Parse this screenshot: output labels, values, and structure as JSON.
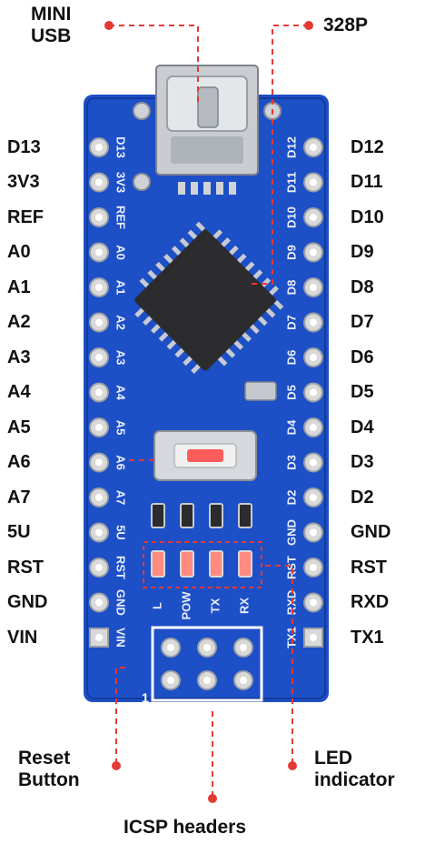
{
  "callouts": {
    "mini_usb": [
      "MINI",
      "USB"
    ],
    "chip": "328P",
    "reset": [
      "Reset",
      "Button"
    ],
    "led": [
      "LED",
      "indicator"
    ],
    "icsp": "ICSP headers"
  },
  "left_pins": [
    "D13",
    "3V3",
    "REF",
    "A0",
    "A1",
    "A2",
    "A3",
    "A4",
    "A5",
    "A6",
    "A7",
    "5U",
    "RST",
    "GND",
    "VIN"
  ],
  "right_pins": [
    "D12",
    "D11",
    "D10",
    "D9",
    "D8",
    "D7",
    "D6",
    "D5",
    "D4",
    "D3",
    "D2",
    "GND",
    "RST",
    "RXD",
    "TX1"
  ],
  "silk_left": [
    "D13",
    "3V3",
    "REF",
    "A0",
    "A1",
    "A2",
    "A3",
    "A4",
    "A5",
    "A6",
    "A7",
    "5U",
    "RST",
    "GND",
    "VIN"
  ],
  "silk_right": [
    "D12",
    "D11",
    "D10",
    "D9",
    "D8",
    "D7",
    "D6",
    "D5",
    "D4",
    "D3",
    "D2",
    "GND",
    "RST",
    "RXD",
    "TX1"
  ],
  "led_labels": [
    "L",
    "POW",
    "TX",
    "RX"
  ],
  "board_marks": {
    "pin_one": "1"
  },
  "colors": {
    "board": "#1d4fc6",
    "board_dark": "#143a9c",
    "silk": "#e8eefc",
    "pad": "#d9d9d9",
    "callout_line": "#e53935",
    "chip": "#2c2c2e"
  }
}
